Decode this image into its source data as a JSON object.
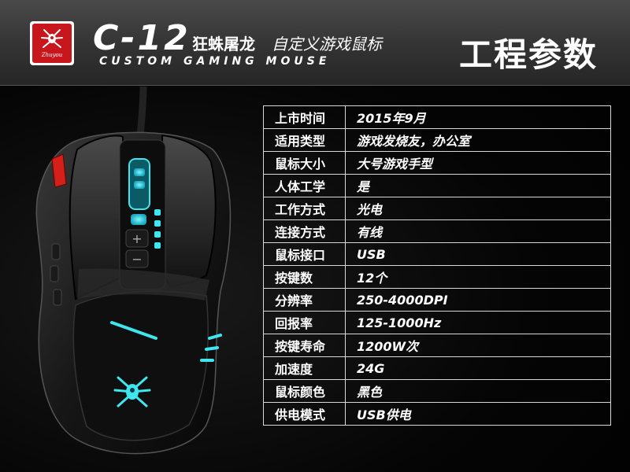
{
  "header": {
    "logo_text": "Zhuyou",
    "model": "C-12",
    "name_cn": "狂蛛屠龙",
    "subtitle_cn": "自定义游戏鼠标",
    "subtitle_en": "CUSTOM GAMING MOUSE",
    "page_title": "工程参数"
  },
  "mouse": {
    "plus_label": "+",
    "minus_label": "−"
  },
  "specs": [
    {
      "label": "上市时间",
      "value": "2015年9月"
    },
    {
      "label": "适用类型",
      "value": "游戏发烧友，办公室"
    },
    {
      "label": "鼠标大小",
      "value": "大号游戏手型"
    },
    {
      "label": "人体工学",
      "value": "是"
    },
    {
      "label": "工作方式",
      "value": "光电"
    },
    {
      "label": "连接方式",
      "value": "有线"
    },
    {
      "label": "鼠标接口",
      "value": "USB"
    },
    {
      "label": "按键数",
      "value": "12个"
    },
    {
      "label": "分辨率",
      "value": "250-4000DPI"
    },
    {
      "label": "回报率",
      "value": "125-1000Hz"
    },
    {
      "label": "按键寿命",
      "value": "1200W次"
    },
    {
      "label": "加速度",
      "value": "24G"
    },
    {
      "label": "鼠标颜色",
      "value": "黑色"
    },
    {
      "label": "供电模式",
      "value": "USB供电"
    }
  ],
  "colors": {
    "accent_glow": "#3fe6f0",
    "brand_red": "#c8161d",
    "header_bg": "#3a3a3a"
  }
}
